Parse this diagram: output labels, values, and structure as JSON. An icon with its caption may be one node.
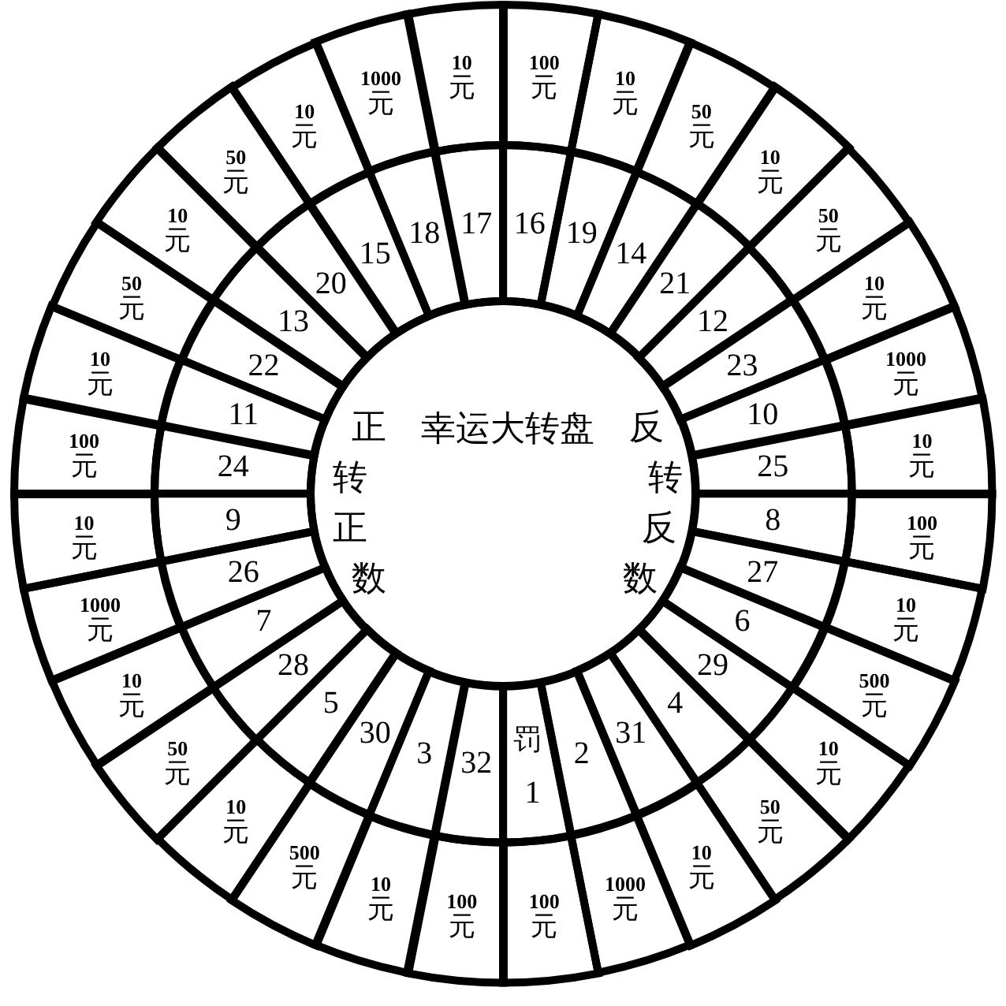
{
  "diagram": {
    "nodes": [
      {
        "text": [
          "正转正数",
          "幸运大转盘",
          "反转反数"
        ]
      },
      {
        "text": [
          "16"
        ]
      },
      {
        "text": [
          "19"
        ]
      },
      {
        "text": [
          "14"
        ]
      },
      {
        "text": [
          "21"
        ]
      },
      {
        "text": [
          "12"
        ]
      },
      {
        "text": [
          "23"
        ]
      },
      {
        "text": [
          "10"
        ]
      },
      {
        "text": [
          "25"
        ]
      },
      {
        "text": [
          "8"
        ]
      },
      {
        "text": [
          "27"
        ]
      },
      {
        "text": [
          "6"
        ]
      },
      {
        "text": [
          "29"
        ]
      },
      {
        "text": [
          "4"
        ]
      },
      {
        "text": [
          "31"
        ]
      },
      {
        "text": [
          "2"
        ]
      },
      {
        "text": [
          "罚",
          "1"
        ]
      },
      {
        "text": [
          "32"
        ]
      },
      {
        "text": [
          "3"
        ]
      },
      {
        "text": [
          "30"
        ]
      },
      {
        "text": [
          "5"
        ]
      },
      {
        "text": [
          "28"
        ]
      },
      {
        "text": [
          "7"
        ]
      },
      {
        "text": [
          "26"
        ]
      },
      {
        "text": [
          "9"
        ]
      },
      {
        "text": [
          "24"
        ]
      },
      {
        "text": [
          "11"
        ]
      },
      {
        "text": [
          "22"
        ]
      },
      {
        "text": [
          "13"
        ]
      },
      {
        "text": [
          "20"
        ]
      },
      {
        "text": [
          "15"
        ]
      },
      {
        "text": [
          "18"
        ]
      },
      {
        "text": [
          "17"
        ]
      },
      {
        "text": [
          "**100**元"
        ]
      },
      {
        "text": [
          "**10**元"
        ]
      },
      {
        "text": [
          "**50**元"
        ]
      },
      {
        "text": [
          "**10**元"
        ]
      },
      {
        "text": [
          "**50**元"
        ]
      },
      {
        "text": [
          "**10**元"
        ]
      },
      {
        "text": [
          "**1000**元"
        ]
      },
      {
        "text": [
          "**10**元"
        ]
      },
      {
        "text": [
          "**100**元"
        ]
      },
      {
        "text": [
          "**10**元"
        ]
      },
      {
        "text": [
          "**500**元"
        ]
      },
      {
        "text": [
          "**10**元"
        ]
      },
      {
        "text": [
          "**50**元"
        ]
      },
      {
        "text": [
          "**10**元"
        ]
      },
      {
        "text": [
          "**1000**元"
        ]
      },
      {
        "text": [
          "**100**元"
        ]
      },
      {
        "text": [
          "**100**元"
        ]
      },
      {
        "text": [
          "**10**元"
        ]
      },
      {
        "text": [
          "**500**元"
        ]
      },
      {
        "text": [
          "**10**元"
        ]
      },
      {
        "text": [
          "**50**元"
        ]
      },
      {
        "text": [
          "**10**元"
        ]
      },
      {
        "text": [
          "**1000**元"
        ]
      },
      {
        "text": [
          "**10**元"
        ]
      },
      {
        "text": [
          "**100**元"
        ]
      },
      {
        "text": [
          "**10**元"
        ]
      },
      {
        "text": [
          "**50**元"
        ]
      },
      {
        "text": [
          "**10**元"
        ]
      },
      {
        "text": [
          "**50**元"
        ]
      },
      {
        "text": [
          "**10**元"
        ]
      },
      {
        "text": [
          "**1000**元"
        ]
      },
      {
        "text": [
          "**10**元"
        ]
      }
    ]
  }
}
